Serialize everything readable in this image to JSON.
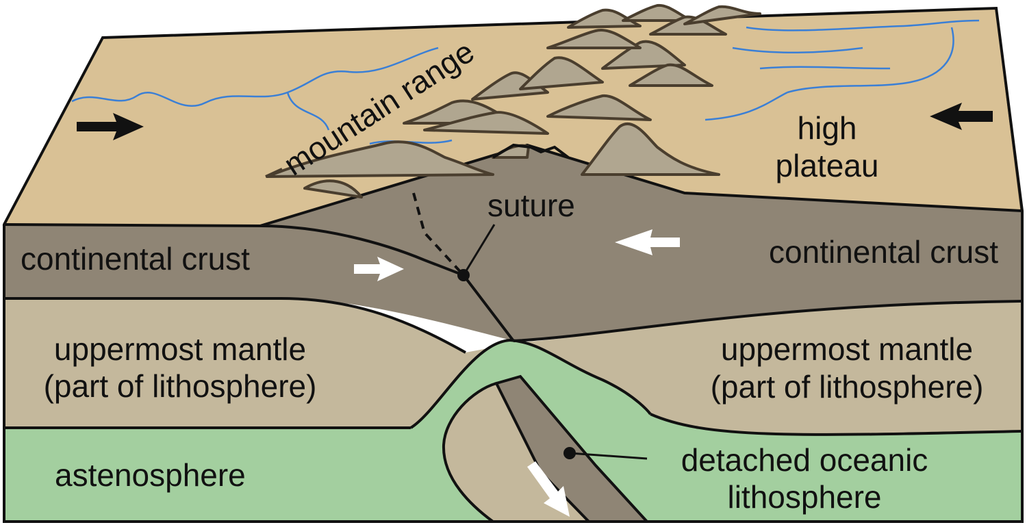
{
  "labels": {
    "mountain_range": "mountain range",
    "high": "high",
    "plateau": "plateau",
    "suture": "suture",
    "crust_left": "continental crust",
    "crust_right": "continental crust",
    "mantle_left_1": "uppermost mantle",
    "mantle_left_2": "(part of lithosphere)",
    "mantle_right_1": "uppermost mantle",
    "mantle_right_2": "(part of lithosphere)",
    "astenosphere": "astenosphere",
    "detached_1": "detached oceanic",
    "detached_2": "lithosphere"
  },
  "colors": {
    "surface": "#d9c195",
    "crust": "#8f8575",
    "mantle": "#c4b89c",
    "asthenosphere": "#a3cf9f",
    "mountains": "#b0a690",
    "rivers": "#3a7fd6",
    "outline": "#111111"
  }
}
